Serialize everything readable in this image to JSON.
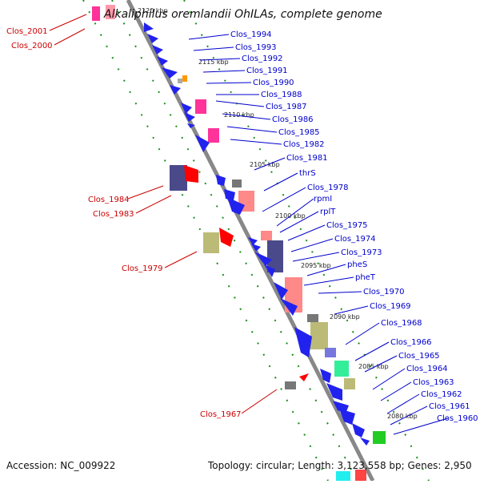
{
  "title": "Alkaliphilus oremlandii OhILAs, complete genome",
  "footer": {
    "accession": "Accession: NC_009922",
    "summary": "Topology: circular; Length: 3,123,558 bp; Genes: 2,950"
  },
  "colors": {
    "forward_label": "#0000cc",
    "reverse_label": "#cc0000",
    "backbone": "#888888",
    "tick": "#1a8f1a"
  },
  "kbp_ticks": [
    "2120 kbp",
    "2115 kbp",
    "2110 kbp",
    "2105 kbp",
    "2100 kbp",
    "2095 kbp",
    "2090 kbp",
    "2085 kbp",
    "2080 kbp"
  ],
  "right_labels": [
    "Clos_1994",
    "Clos_1993",
    "Clos_1992",
    "Clos_1991",
    "Clos_1990",
    "Clos_1988",
    "Clos_1987",
    "Clos_1986",
    "Clos_1985",
    "Clos_1982",
    "Clos_1981",
    "thrS",
    "Clos_1978",
    "rpmI",
    "rplT",
    "Clos_1975",
    "Clos_1974",
    "Clos_1973",
    "pheS",
    "pheT",
    "Clos_1970",
    "Clos_1969",
    "Clos_1968",
    "Clos_1966",
    "Clos_1965",
    "Clos_1964",
    "Clos_1963",
    "Clos_1962",
    "Clos_1961",
    "Clos_1960"
  ],
  "left_labels": [
    "Clos_2001",
    "Clos_2000",
    "Clos_1984",
    "Clos_1983",
    "Clos_1979",
    "Clos_1967"
  ]
}
